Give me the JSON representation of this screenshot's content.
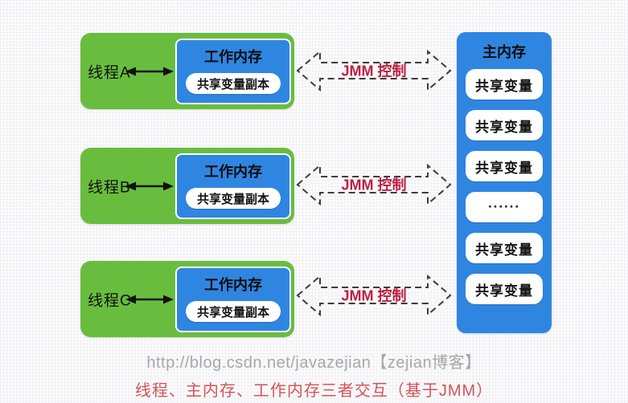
{
  "threads": [
    {
      "label": "线程A",
      "working_memory_title": "工作内存",
      "copy_label": "共享变量副本",
      "arrow_label": "JMM 控制"
    },
    {
      "label": "线程B",
      "working_memory_title": "工作内存",
      "copy_label": "共享变量副本",
      "arrow_label": "JMM 控制"
    },
    {
      "label": "线程C",
      "working_memory_title": "工作内存",
      "copy_label": "共享变量副本",
      "arrow_label": "JMM 控制"
    }
  ],
  "main_memory": {
    "title": "主内存",
    "slots": [
      "共享变量",
      "共享变量",
      "共享变量",
      "······",
      "共享变量",
      "共享变量"
    ]
  },
  "footer": {
    "url_line": "http://blog.csdn.net/javazejian【zejian博客】",
    "caption": "线程、主内存、工作内存三者交互（基于JMM）"
  },
  "colors": {
    "thread_box_green": "#69bd3e",
    "memory_box_blue": "#2f86e1",
    "jmm_label_red": "#bf2043",
    "dashed_arrow_gray": "#3d3d3d",
    "footer_url_gray": "#a8a8a8",
    "footer_caption_red": "#d45459"
  }
}
